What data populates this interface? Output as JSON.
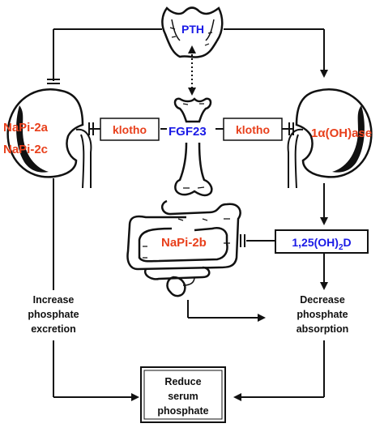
{
  "diagram": {
    "labels": {
      "pth": "PTH",
      "fgf23": "FGF23",
      "klotho_left": "klotho",
      "klotho_right": "klotho",
      "napi2a": "NaPi-2a",
      "napi2c": "NaPi-2c",
      "hydroxylase_prefix": "1",
      "hydroxylase_alpha": "α",
      "hydroxylase_suffix": "(OH)ase",
      "napi2b": "NaPi-2b",
      "vitd_prefix": "1,25(OH)",
      "vitd_sub": "2",
      "vitd_suffix": "D",
      "increase_line1": "Increase",
      "increase_line2": "phosphate",
      "increase_line3": "excretion",
      "decrease_line1": "Decrease",
      "decrease_line2": "phosphate",
      "decrease_line3": "absorption",
      "reduce_line1": "Reduce",
      "reduce_line2": "serum",
      "reduce_line3": "phosphate"
    },
    "colors": {
      "red_text": "#e8401c",
      "blue_text": "#1a1ae6",
      "line": "#111111"
    },
    "icons": [
      "parathyroid-gland-icon",
      "bone-icon",
      "kidney-icon",
      "kidney-icon",
      "intestine-icon"
    ]
  }
}
